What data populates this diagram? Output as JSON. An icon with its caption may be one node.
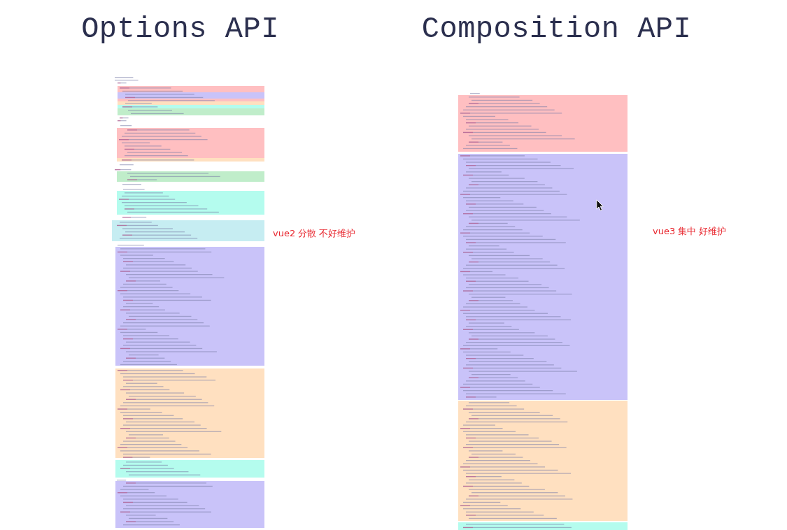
{
  "diagram": {
    "nodes": [
      {
        "text": [
          "Options API"
        ],
        "beside": [
          "vue2 分散 不好维护"
        ]
      },
      {
        "text": [
          "Composition API"
        ],
        "beside": [
          "vue3 集中 好维护"
        ]
      }
    ]
  }
}
